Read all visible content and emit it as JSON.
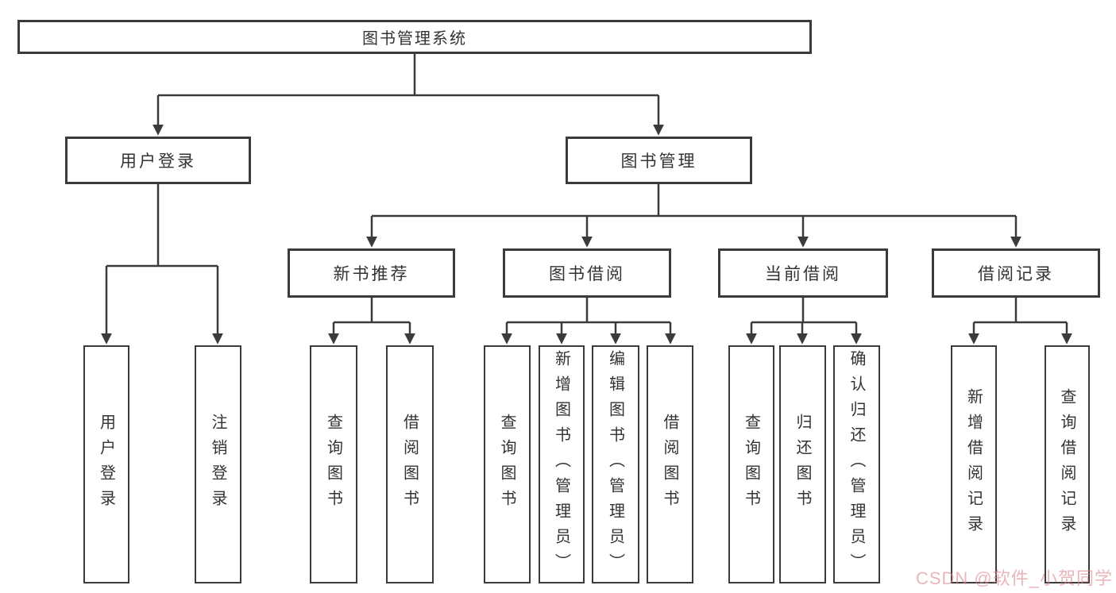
{
  "diagram_title": "图书管理系统",
  "nodes": {
    "root": "图书管理系统",
    "user_login": "用户登录",
    "book_mgmt": "图书管理",
    "new_book_rec": "新书推荐",
    "book_borrow": "图书借阅",
    "current_borrow": "当前借阅",
    "borrow_record": "借阅记录",
    "ul_login": "用户登录",
    "ul_logout": "注销登录",
    "nb_query": "查询图书",
    "nb_borrow": "借阅图书",
    "bb_query": "查询图书",
    "bb_add": "新增图书（管理员）",
    "bb_edit": "编辑图书（管理员）",
    "bb_borrow": "借阅图书",
    "cb_query": "查询图书",
    "cb_return": "归还图书",
    "cb_confirm": "确认归还（管理员）",
    "br_add": "新增借阅记录",
    "br_query": "查询借阅记录"
  },
  "hierarchy": {
    "图书管理系统": {
      "用户登录": [
        "用户登录",
        "注销登录"
      ],
      "图书管理": {
        "新书推荐": [
          "查询图书",
          "借阅图书"
        ],
        "图书借阅": [
          "查询图书",
          "新增图书（管理员）",
          "编辑图书（管理员）",
          "借阅图书"
        ],
        "当前借阅": [
          "查询图书",
          "归还图书",
          "确认归还（管理员）"
        ],
        "借阅记录": [
          "新增借阅记录",
          "查询借阅记录"
        ]
      }
    }
  },
  "watermark": {
    "text": "CSDN @软件_小贺同学"
  },
  "colors": {
    "line": "#3b3b3b",
    "text": "#333333",
    "watermark_pink": "#db8892",
    "background": "#ffffff"
  }
}
